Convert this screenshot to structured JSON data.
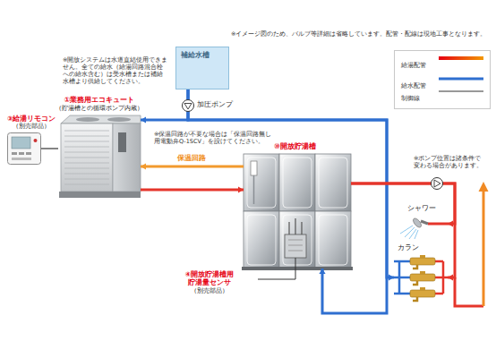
{
  "diagram": {
    "nodes": [
      {
        "text": [
          "補給水槽"
        ]
      },
      {
        "text": [
          "①業務用エコキュート",
          "（貯湯槽との循環ポンプ内蔵）"
        ]
      },
      {
        "text": [
          "③給湯リモコン",
          "（別売部品）"
        ]
      },
      {
        "text": [
          "⑩開放貯湯槽"
        ]
      },
      {
        "text": [
          "④開放貯湯槽用 貯湯量センサ",
          "（別売部品）"
        ]
      },
      {
        "text": [
          "シャワー"
        ]
      },
      {
        "text": [
          "カラン"
        ]
      }
    ],
    "edges": [
      {
        "from": 0,
        "to": 1,
        "arrow": "to"
      },
      {
        "from": 0,
        "to": 3,
        "arrow": "to"
      },
      {
        "from": 0,
        "to": 6,
        "arrow": "to"
      },
      {
        "from": 3,
        "to": 1,
        "label": "保温回路",
        "arrow": "to"
      },
      {
        "from": 1,
        "to": 3,
        "arrow": "to"
      },
      {
        "from": 3,
        "to": 5,
        "arrow": "to"
      },
      {
        "from": 3,
        "to": 6,
        "arrow": "to"
      },
      {
        "from": 2,
        "to": 1,
        "arrow": "none"
      }
    ],
    "labels": [
      "※イメージ図のため、バルブ等詳細は省略しています。配管・配線は現地工事となります。",
      "※開放システムは水道直結使用できません。全ての給水（給湯回路混合栓への給水含む）は受水槽または補給水槽より供給してください。",
      "※保温回路が不要な場合は「保温回路無し用電動弁Q-1SCV」を設けてください。",
      "加圧ポンプ",
      "※ポンプ位置は諸条件で変わる場合があります。"
    ],
    "legend": [
      {
        "text": "給湯配管"
      },
      {
        "text": "給水配管"
      },
      {
        "text": "制御線"
      }
    ]
  }
}
